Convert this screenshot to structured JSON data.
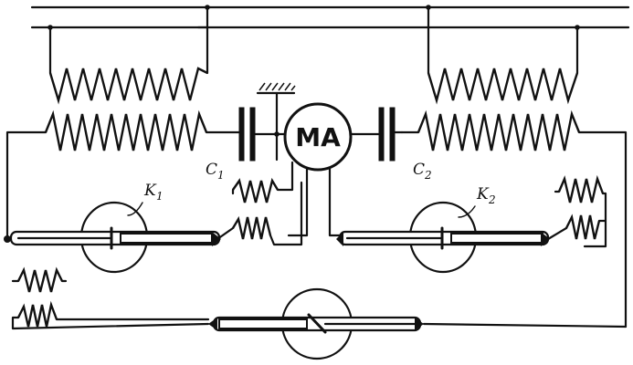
{
  "labels": {
    "meter": "MA",
    "capacitor_1": "C",
    "capacitor_1_sub": "1",
    "capacitor_2": "C",
    "capacitor_2_sub": "2",
    "tube_1": "K",
    "tube_1_sub": "1",
    "tube_2": "K",
    "tube_2_sub": "2"
  }
}
